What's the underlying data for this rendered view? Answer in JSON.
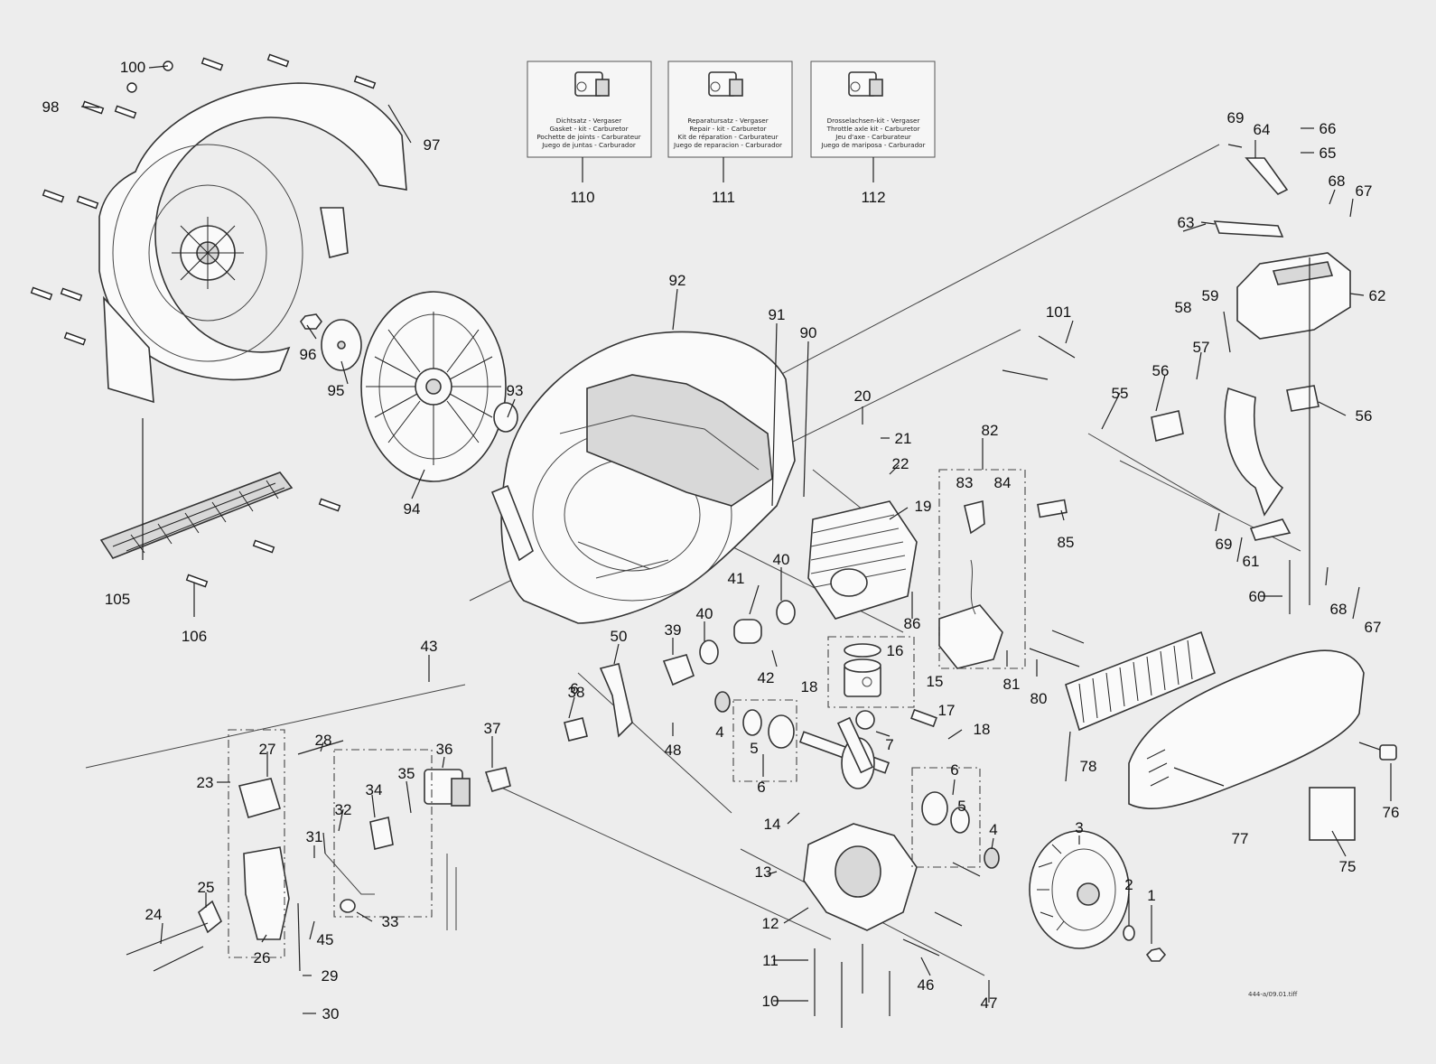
{
  "kits": [
    {
      "id": "kit-110",
      "number": "110",
      "lines": [
        "Dichtsatz - Vergaser",
        "Gasket - kit - Carburetor",
        "Pochette de joints - Carburateur",
        "Juego de juntas - Carburador"
      ]
    },
    {
      "id": "kit-111",
      "number": "111",
      "lines": [
        "Reparatursatz - Vergaser",
        "Repair - kit - Carburetor",
        "Kit de réparation - Carburateur",
        "Juego de reparacion - Carburador"
      ]
    },
    {
      "id": "kit-112",
      "number": "112",
      "lines": [
        "Drosselachsen-kit - Vergaser",
        "Throttle axle kit - Carburetor",
        "Jeu d'axe - Carburateur",
        "Juego de mariposa - Carburador"
      ]
    }
  ],
  "callouts": [
    "1",
    "2",
    "3",
    "4",
    "4",
    "5",
    "5",
    "6",
    "6",
    "6",
    "7",
    "10",
    "11",
    "12",
    "13",
    "14",
    "15",
    "16",
    "17",
    "18",
    "18",
    "19",
    "20",
    "21",
    "22",
    "23",
    "24",
    "25",
    "26",
    "27",
    "28",
    "29",
    "30",
    "31",
    "32",
    "33",
    "34",
    "35",
    "36",
    "37",
    "38",
    "39",
    "40",
    "40",
    "41",
    "42",
    "43",
    "45",
    "46",
    "47",
    "48",
    "50",
    "55",
    "56",
    "56",
    "57",
    "58",
    "59",
    "60",
    "61",
    "62",
    "63",
    "64",
    "65",
    "66",
    "67",
    "67",
    "68",
    "68",
    "69",
    "69",
    "75",
    "76",
    "77",
    "78",
    "80",
    "81",
    "82",
    "83",
    "84",
    "85",
    "86",
    "90",
    "91",
    "92",
    "93",
    "94",
    "95",
    "96",
    "97",
    "98",
    "100",
    "101",
    "105",
    "106"
  ],
  "file_ref": "444-a/09.01.tiff"
}
